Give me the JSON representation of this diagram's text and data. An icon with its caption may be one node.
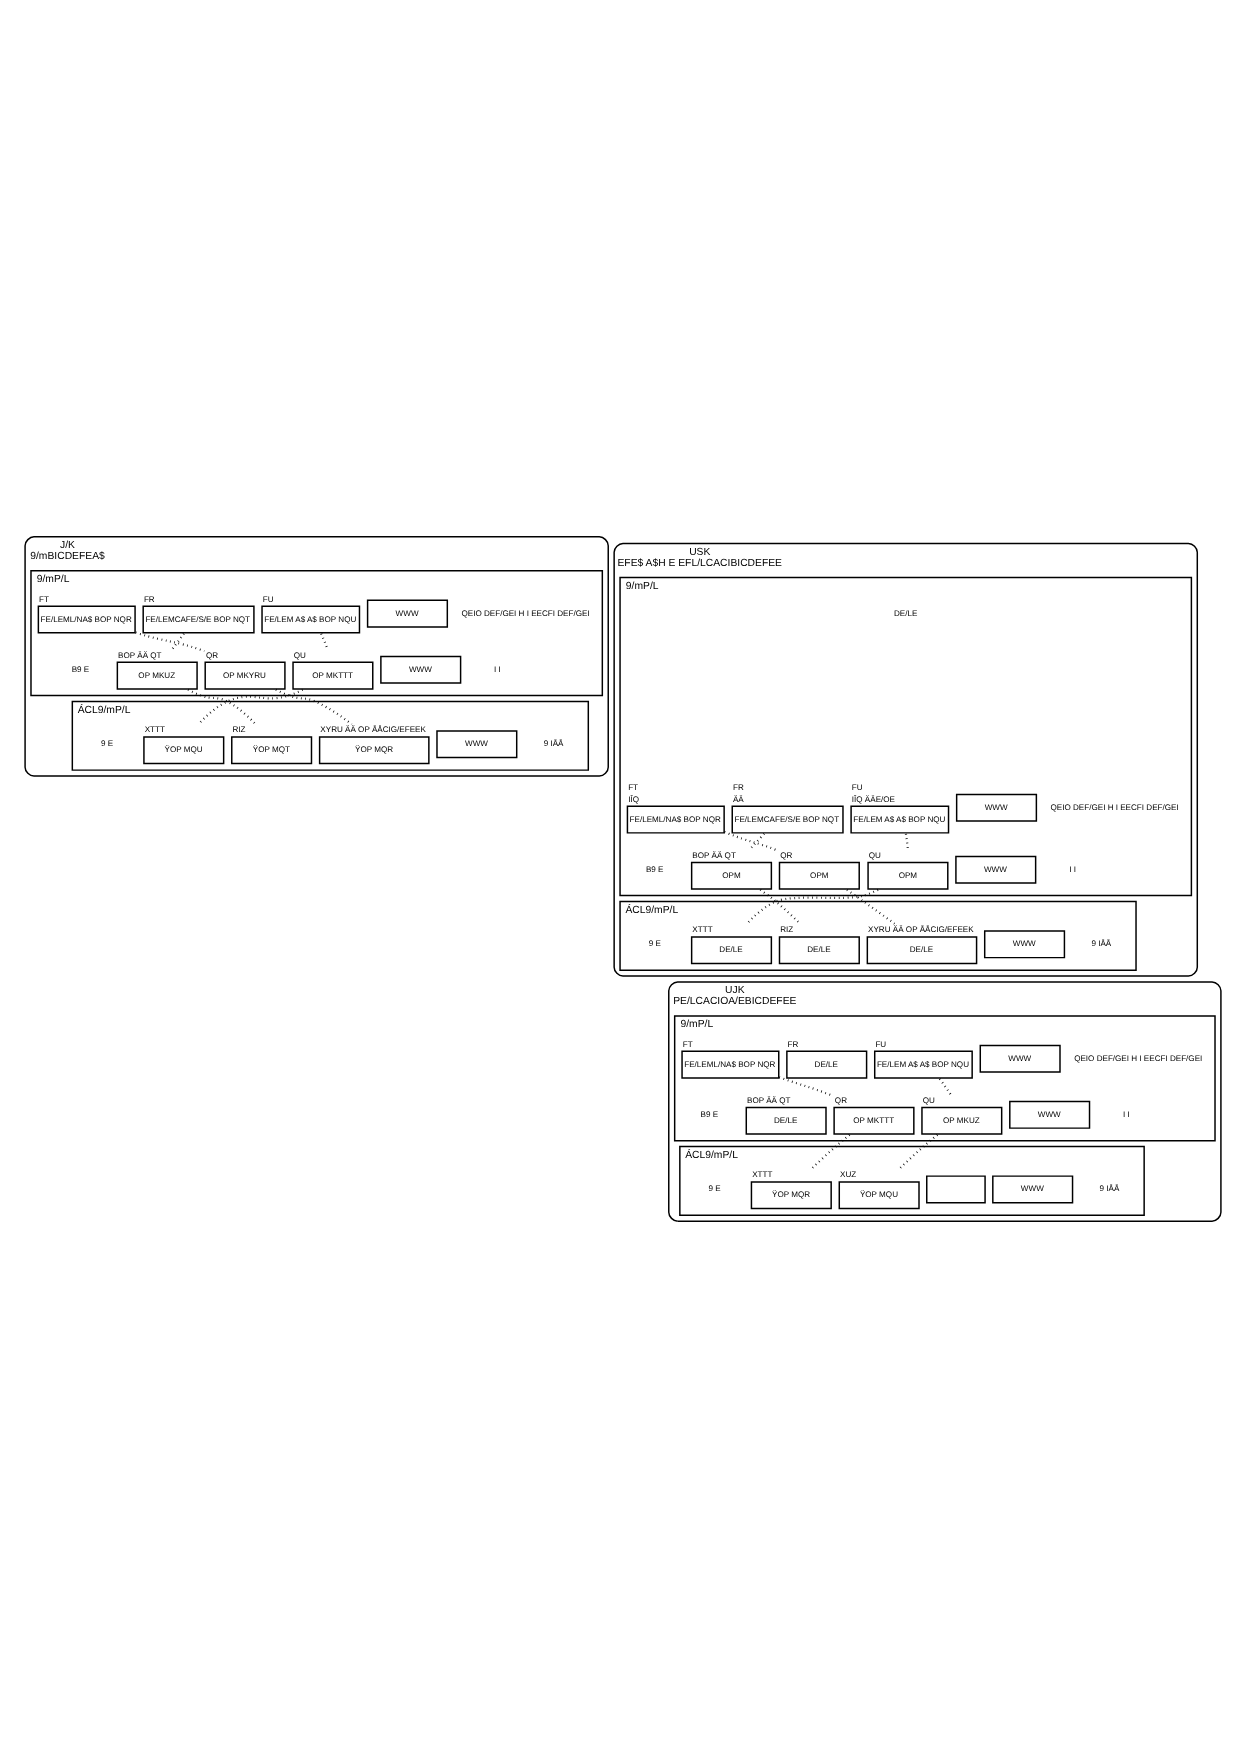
{
  "diagram": {
    "nodes": [
      {
        "text": [
          "J/K",
          "9/mBICDEFEA$"
        ]
      },
      {
        "text": [
          "9/mP/L"
        ],
        "in": 0
      },
      {
        "text": [
          "FE/LEML/NA$ BOP NQR"
        ],
        "in": 1,
        "beside": [
          "FT"
        ]
      },
      {
        "text": [
          "FE/LEMCAFE/S/E BOP NQT"
        ],
        "in": 1,
        "beside": [
          "FR"
        ]
      },
      {
        "text": [
          "FE/LEM A$ A$ BOP NQU"
        ],
        "in": 1,
        "beside": [
          "FU"
        ]
      },
      {
        "text": [
          "WWW"
        ],
        "in": 1
      },
      {
        "text": [
          "OP MKUZ"
        ],
        "in": 1,
        "beside": [
          "BOP ÄÄ QT"
        ]
      },
      {
        "text": [
          "OP MKYRU"
        ],
        "in": 1,
        "beside": [
          "QR"
        ]
      },
      {
        "text": [
          "OP MKTTT"
        ],
        "in": 1,
        "beside": [
          "QU"
        ]
      },
      {
        "text": [
          "WWW"
        ],
        "in": 1
      },
      {
        "text": [
          "ÁCL9/mP/L"
        ],
        "in": 0
      },
      {
        "text": [
          "ŸOP MQU"
        ],
        "in": 10,
        "beside": [
          "XTTT"
        ]
      },
      {
        "text": [
          "ŸOP MQT"
        ],
        "in": 10,
        "beside": [
          "RIZ"
        ]
      },
      {
        "text": [
          "ŸOP MQR"
        ],
        "in": 10,
        "beside": [
          "XYRU ÄÄ OP ÅÅCIG/EFEEK"
        ]
      },
      {
        "text": [
          "WWW"
        ],
        "in": 10
      },
      {
        "text": [
          "USK",
          "EFE$ A$H E EFL/LCACIBICDEFEE"
        ]
      },
      {
        "text": [
          "9/mP/L"
        ],
        "in": 15
      },
      {
        "text": [
          "FE/LEML/NA$ BOP NQR"
        ],
        "in": 16,
        "beside": [
          "FT",
          "IÎQ"
        ]
      },
      {
        "text": [
          "FE/LEMCAFE/S/E BOP NQT"
        ],
        "in": 16,
        "beside": [
          "FR",
          "ÄÄ"
        ]
      },
      {
        "text": [
          "FE/LEM A$ A$ BOP NQU"
        ],
        "in": 16,
        "beside": [
          "FU",
          "IÎQ ÄÄE/OE"
        ]
      },
      {
        "text": [
          "WWW"
        ],
        "in": 16
      },
      {
        "text": [
          "OPM"
        ],
        "in": 16,
        "beside": [
          "BOP ÄÄ QT"
        ]
      },
      {
        "text": [
          "OPM"
        ],
        "in": 16,
        "beside": [
          "QR"
        ]
      },
      {
        "text": [
          "OPM"
        ],
        "in": 16,
        "beside": [
          "QU"
        ]
      },
      {
        "text": [
          "WWW"
        ],
        "in": 16
      },
      {
        "text": [
          "ÁCL9/mP/L"
        ],
        "in": 15
      },
      {
        "text": [
          "DE/LE"
        ],
        "in": 25,
        "beside": [
          "XTTT"
        ]
      },
      {
        "text": [
          "DE/LE"
        ],
        "in": 25,
        "beside": [
          "RIZ"
        ]
      },
      {
        "text": [
          "DE/LE"
        ],
        "in": 25,
        "beside": [
          "XYRU ÄÄ OP ÅÅCIG/EFEEK"
        ]
      },
      {
        "text": [
          "WWW"
        ],
        "in": 25
      },
      {
        "text": [
          "UJK",
          "PE/LCACIOA/EBICDEFEE"
        ]
      },
      {
        "text": [
          "9/mP/L"
        ],
        "in": 30
      },
      {
        "text": [
          "FE/LEML/NA$ BOP NQR"
        ],
        "in": 31,
        "beside": [
          "FT"
        ]
      },
      {
        "text": [
          "DE/LE"
        ],
        "in": 31,
        "beside": [
          "FR"
        ]
      },
      {
        "text": [
          "FE/LEM A$ A$ BOP NQU"
        ],
        "in": 31,
        "beside": [
          "FU"
        ]
      },
      {
        "text": [
          "WWW"
        ],
        "in": 31
      },
      {
        "text": [
          "DE/LE"
        ],
        "in": 31,
        "beside": [
          "BOP ÄÄ QT"
        ]
      },
      {
        "text": [
          "OP MKTTT"
        ],
        "in": 31,
        "beside": [
          "QR"
        ]
      },
      {
        "text": [
          "OP MKUZ"
        ],
        "in": 31,
        "beside": [
          "QU"
        ]
      },
      {
        "text": [
          "WWW"
        ],
        "in": 31
      },
      {
        "text": [
          "ÁCL9/mP/L"
        ],
        "in": 30
      },
      {
        "text": [
          "ŸOP MQR"
        ],
        "in": 40,
        "beside": [
          "XTTT"
        ]
      },
      {
        "text": [
          "ŸOP MQU"
        ],
        "in": 40,
        "beside": [
          "XUZ"
        ]
      },
      {
        "text": [],
        "shape": "box",
        "in": 40
      },
      {
        "text": [
          "WWW"
        ],
        "in": 40
      }
    ],
    "edges": [
      {
        "from": 2,
        "to": 7,
        "arrow": "none",
        "style": "dashed"
      },
      {
        "from": 3,
        "to": 6,
        "arrow": "none",
        "style": "dashed"
      },
      {
        "from": 4,
        "to": 8,
        "arrow": "none",
        "style": "dashed"
      },
      {
        "from": 6,
        "to": 12,
        "arrow": "none",
        "style": "dashed"
      },
      {
        "from": 7,
        "to": 13,
        "arrow": "none",
        "style": "dashed"
      },
      {
        "from": 8,
        "to": 11,
        "arrow": "none",
        "style": "dashed"
      },
      {
        "from": 17,
        "to": 22,
        "arrow": "none",
        "style": "dashed"
      },
      {
        "from": 18,
        "to": 21,
        "arrow": "none",
        "style": "dashed"
      },
      {
        "from": 19,
        "to": 23,
        "arrow": "none",
        "style": "dashed"
      },
      {
        "from": 21,
        "to": 27,
        "arrow": "none",
        "style": "dashed"
      },
      {
        "from": 22,
        "to": 28,
        "arrow": "none",
        "style": "dashed"
      },
      {
        "from": 23,
        "to": 26,
        "arrow": "none",
        "style": "dashed"
      },
      {
        "from": 32,
        "to": 37,
        "arrow": "none",
        "style": "dashed"
      },
      {
        "from": 34,
        "to": 38,
        "arrow": "none",
        "style": "dashed"
      },
      {
        "from": 37,
        "to": 41,
        "arrow": "none",
        "style": "dashed"
      },
      {
        "from": 38,
        "to": 42,
        "arrow": "none",
        "style": "dashed"
      }
    ],
    "labels": [
      "QEIO DEF/GEI H I EECFI DEF/GEI",
      "B9 E",
      "I I",
      "9 E",
      "9 IÅÅ",
      "QEIO DEF/GEI H I EECFI DEF/GEI",
      "B9 E",
      "I I",
      "DE/LE",
      "9 E",
      "9 IÅÅ",
      "QEIO DEF/GEI H I EECFI DEF/GEI",
      "B9 E",
      "I I",
      "9 E",
      "9 IÅÅ"
    ]
  }
}
